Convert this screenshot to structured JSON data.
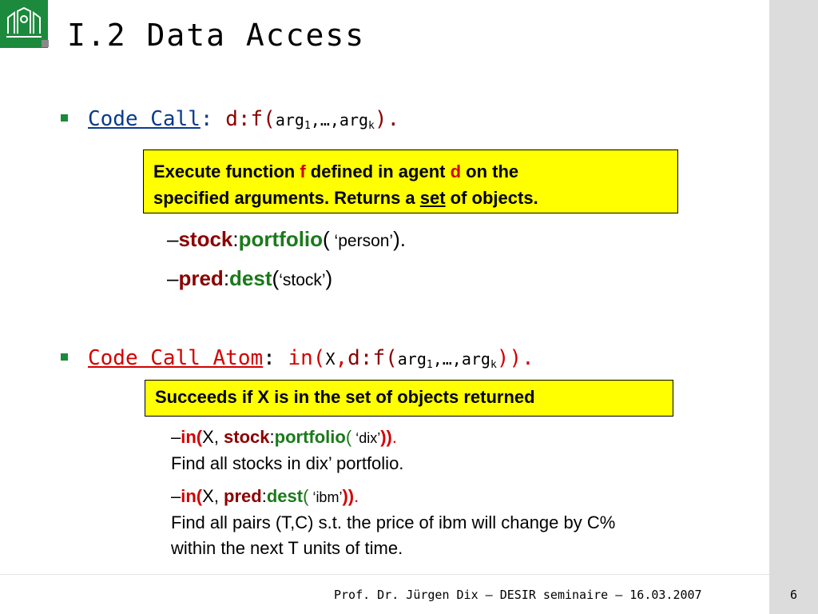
{
  "title": "I.2 Data Access",
  "bullet1": {
    "term": "Code Call",
    "colon": ": ",
    "prefix": "d:f(",
    "args": "arg",
    "sub1": "1",
    "mid": ",…,arg",
    "subk": "k",
    "suffix": ")."
  },
  "box1": {
    "line1_a": "Execute function ",
    "line1_f": "f",
    "line1_b": " defined in agent ",
    "line1_d": "d",
    "line1_c": " on the",
    "line2_a": "specified arguments. Returns a ",
    "line2_set": "set",
    "line2_b": " of objects."
  },
  "ex1": {
    "dash": "–",
    "agent": "stock",
    "sep": ":",
    "func": "portfolio",
    "open": "(",
    "arg": " ‘person’",
    "close": ")."
  },
  "ex2": {
    "dash": "–",
    "agent": "pred",
    "sep": ":",
    "func": "dest",
    "open": "(",
    "arg": "‘stock’",
    "close": ")"
  },
  "bullet2": {
    "term": "Code Call Atom",
    "colon": ": ",
    "in": "in(",
    "x": "X",
    "comma": ",",
    "df": "d:",
    "f": "f(",
    "args": "arg",
    "sub1": "1",
    "mid": ",…,arg",
    "subk": "k",
    "suffix": "))."
  },
  "box2": {
    "text": "Succeeds if X is in the set of objects returned"
  },
  "ex3": {
    "dash": "–",
    "in": "in(",
    "x": "X, ",
    "agent": "stock",
    "sep": ":",
    "func": "portfolio",
    "open": "(",
    "arg": " ‘dix’",
    "close": "))",
    "dot": ".",
    "desc": "Find all stocks in dix’ portfolio."
  },
  "ex4": {
    "dash": "–",
    "in": "in(",
    "x": "X, ",
    "agent": "pred",
    "sep": ":",
    "func": "dest",
    "open": "(",
    "arg": " ‘ibm’",
    "close": "))",
    "dot": ".",
    "desc1": "Find all pairs (T,C)  s.t. the price of ibm will change by C%",
    "desc2": "within the next T units of time."
  },
  "footer": {
    "text": "Prof. Dr. Jürgen Dix – DESIR seminaire – 16.03.2007",
    "page": "6"
  }
}
